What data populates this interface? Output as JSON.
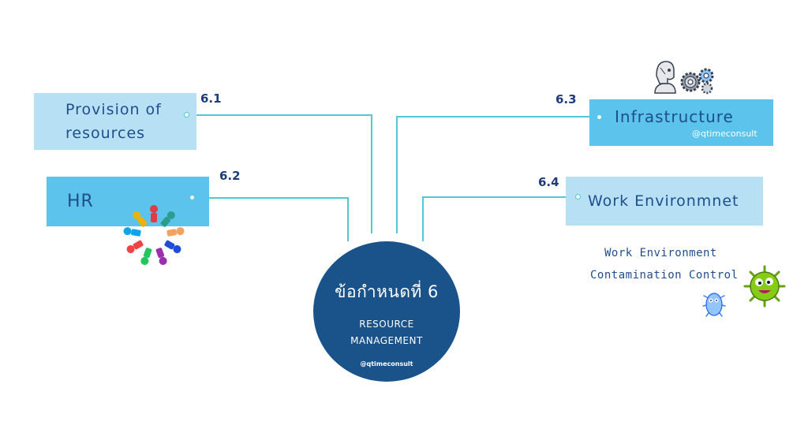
{
  "center": {
    "title": "ข้อกำหนดที่ 6",
    "subtitle_line1": "RESOURCE",
    "subtitle_line2": "MANAGEMENT",
    "handle": "@qtimeconsult"
  },
  "branches": {
    "provision": {
      "number": "6.1",
      "line1": "Provision of",
      "line2": "resources"
    },
    "hr": {
      "number": "6.2",
      "label": "HR"
    },
    "infrastructure": {
      "number": "6.3",
      "label": "Infrastructure",
      "handle": "@qtimeconsult"
    },
    "work_env": {
      "number": "6.4",
      "label": "Work Environmnet"
    }
  },
  "notes": {
    "line1": "Work Environment",
    "line2": "Contamination Control"
  },
  "icons": {
    "hr": "people-circle-icon",
    "infrastructure_robot": "robot-head-icon",
    "infrastructure_gears": "gears-icon",
    "germ_green": "germ-icon",
    "germ_blue": "bacteria-icon"
  },
  "colors": {
    "connector": "#4fc9d6",
    "center_fill": "#1a5389",
    "box_light": "#b7e0f5",
    "box_mid": "#5bc3ec",
    "text": "#1f4e8c"
  }
}
